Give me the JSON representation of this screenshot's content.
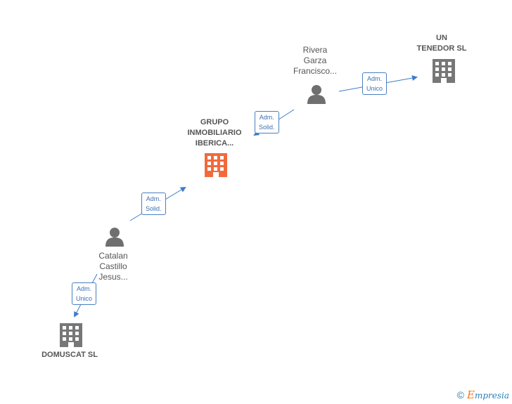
{
  "nodes": {
    "rivera": {
      "lines": [
        "Rivera",
        "Garza",
        "Francisco..."
      ],
      "type": "person"
    },
    "un_tenedor": {
      "lines": [
        "UN",
        "TENEDOR SL"
      ],
      "type": "company"
    },
    "grupo": {
      "lines": [
        "GRUPO",
        "INMOBILIARIO",
        "IBERICA..."
      ],
      "type": "company",
      "highlight": true
    },
    "catalan": {
      "lines": [
        "Catalan",
        "Castillo",
        "Jesus..."
      ],
      "type": "person"
    },
    "domuscat": {
      "lines": [
        "DOMUSCAT SL"
      ],
      "type": "company"
    }
  },
  "edges": [
    {
      "from": "rivera",
      "to": "un_tenedor",
      "label": [
        "Adm.",
        "Unico"
      ]
    },
    {
      "from": "rivera",
      "to": "grupo",
      "label": [
        "Adm.",
        "Solid."
      ]
    },
    {
      "from": "catalan",
      "to": "grupo",
      "label": [
        "Adm.",
        "Solid."
      ]
    },
    {
      "from": "catalan",
      "to": "domuscat",
      "label": [
        "Adm.",
        "Unico"
      ]
    }
  ],
  "colors": {
    "edge": "#3d7cc9",
    "company_icon": "#777777",
    "highlight_icon": "#f26a3b",
    "person_icon": "#6f6f6f"
  },
  "footer": {
    "copyright_symbol": "©",
    "brand_initial": "E",
    "brand_rest": "mpresia"
  }
}
